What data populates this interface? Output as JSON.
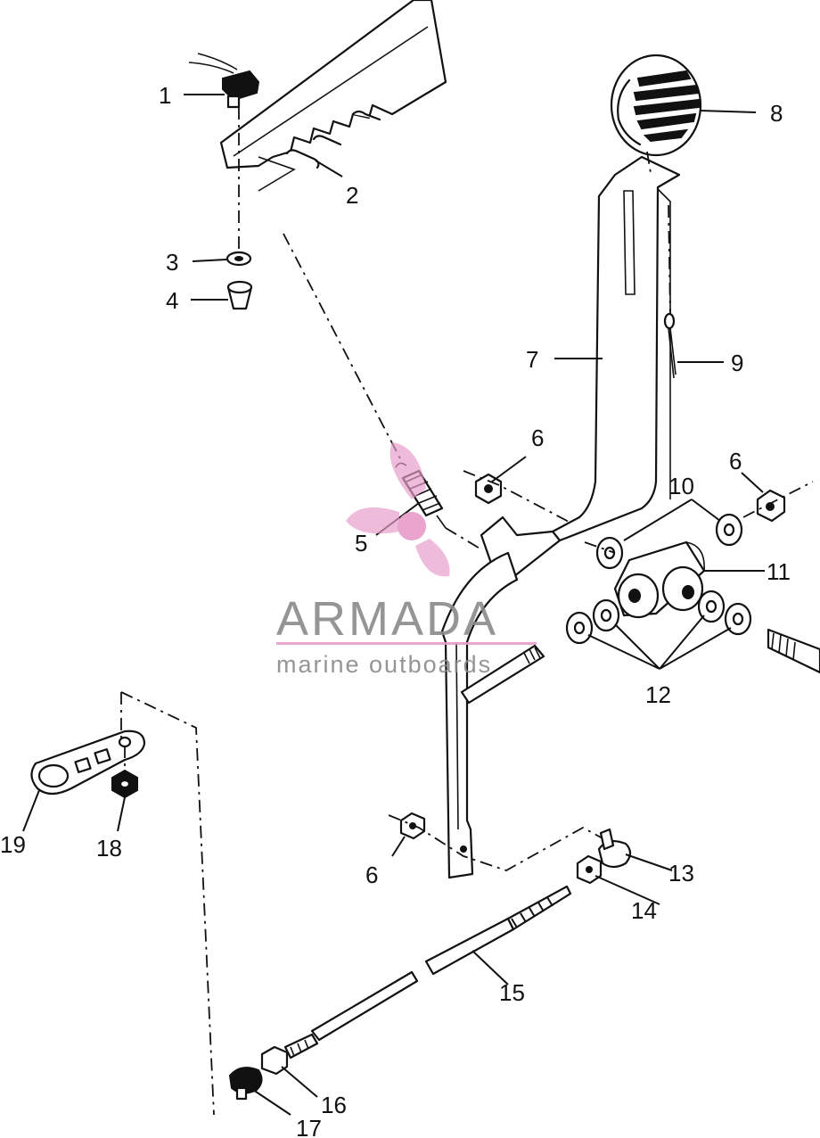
{
  "diagram": {
    "callouts": [
      {
        "id": "c1",
        "label": "1"
      },
      {
        "id": "c2",
        "label": "2"
      },
      {
        "id": "c3",
        "label": "3"
      },
      {
        "id": "c4",
        "label": "4"
      },
      {
        "id": "c5",
        "label": "5"
      },
      {
        "id": "c6a",
        "label": "6"
      },
      {
        "id": "c6b",
        "label": "6"
      },
      {
        "id": "c6c",
        "label": "6"
      },
      {
        "id": "c7",
        "label": "7"
      },
      {
        "id": "c8",
        "label": "8"
      },
      {
        "id": "c9",
        "label": "9"
      },
      {
        "id": "c10",
        "label": "10"
      },
      {
        "id": "c11",
        "label": "11"
      },
      {
        "id": "c12",
        "label": "12"
      },
      {
        "id": "c13",
        "label": "13"
      },
      {
        "id": "c14",
        "label": "14"
      },
      {
        "id": "c15",
        "label": "15"
      },
      {
        "id": "c16",
        "label": "16"
      },
      {
        "id": "c17",
        "label": "17"
      },
      {
        "id": "c18",
        "label": "18"
      },
      {
        "id": "c19",
        "label": "19"
      }
    ]
  },
  "watermark": {
    "brand": "ARMADA",
    "tagline": "marine outboards",
    "accent_color": "#e79cc8",
    "text_color": "#8a8a8a"
  }
}
